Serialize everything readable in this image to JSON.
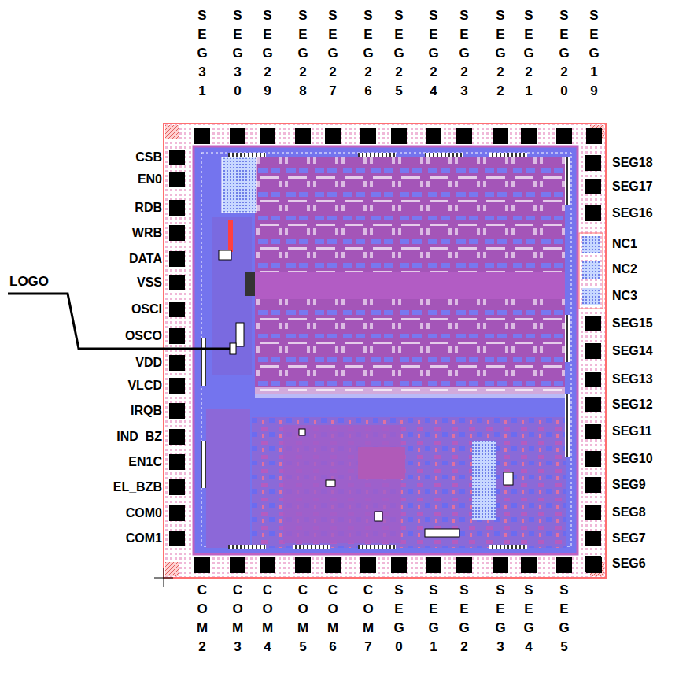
{
  "diagram": {
    "labels": [
      "SEG31",
      "SEG30",
      "SEG29",
      "SEG28",
      "SEG27",
      "SEG26",
      "SEG25",
      "SEG24",
      "SEG23",
      "SEG22",
      "SEG21",
      "SEG20",
      "SEG19",
      "CSB",
      "EN0",
      "RDB",
      "WRB",
      "DATA",
      "VSS",
      "OSCI",
      "OSCO",
      "VDD",
      "VLCD",
      "IRQB",
      "IND_BZ",
      "EN1C",
      "EL_BZB",
      "COM0",
      "COM1",
      "LOGO",
      "SEG18",
      "SEG17",
      "SEG16",
      "NC1",
      "NC2",
      "NC3",
      "SEG15",
      "SEG14",
      "SEG13",
      "SEG12",
      "SEG11",
      "SEG10",
      "SEG9",
      "SEG8",
      "SEG7",
      "SEG6",
      "COM2",
      "COM3",
      "COM4",
      "COM5",
      "COM6",
      "COM7",
      "SEG0",
      "SEG1",
      "SEG2",
      "SEG3",
      "SEG4",
      "SEG5"
    ]
  }
}
